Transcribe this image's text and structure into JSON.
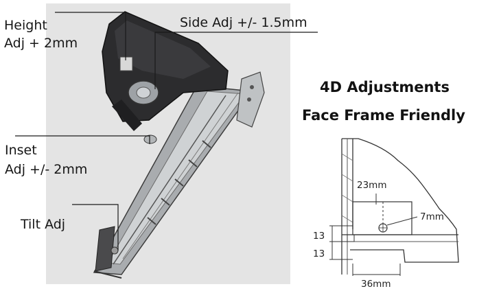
{
  "callouts": {
    "height_line1": "Height",
    "height_line2": "Adj + 2mm",
    "side": "Side Adj +/- 1.5mm",
    "inset_line1": "Inset",
    "inset_line2": "Adj +/- 2mm",
    "tilt": "Tilt Adj"
  },
  "headings": {
    "line1": "4D Adjustments",
    "line2": "Face Frame Friendly"
  },
  "sketch": {
    "dim_width_top": "23mm",
    "dim_hole": "7mm",
    "dim_height_top": "13",
    "dim_height_bottom": "13",
    "dim_width_bottom": "36mm"
  }
}
